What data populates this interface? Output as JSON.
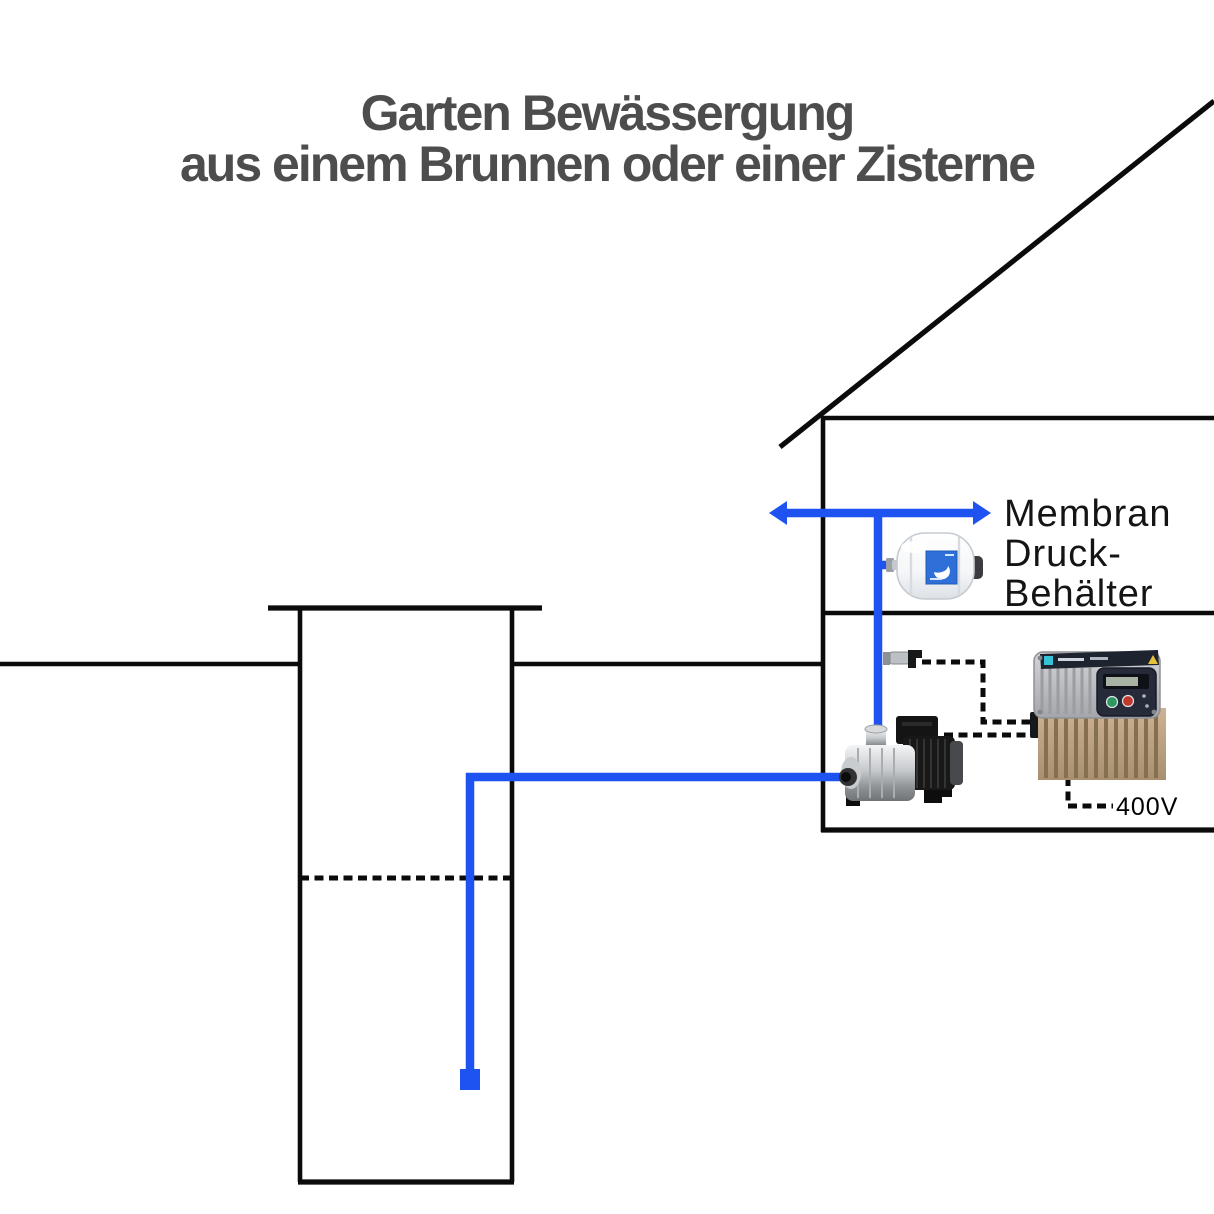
{
  "title": {
    "line1": "Garten Bewässergung",
    "line2": "aus einem Brunnen oder einer Zisterne"
  },
  "tank_label": {
    "lines": [
      "Membran",
      "Druck-",
      "Behälter"
    ]
  },
  "voltage_label": "400V",
  "colors": {
    "pipe_blue": "#1e53f1",
    "line_black": "#0b0b0b",
    "title_gray": "#4d4d4d",
    "label_black": "#141414",
    "tank_label_blue": "#2e6fd8",
    "converter_panel_navy": "#262b3a",
    "heatsink_tan": "#c2a887"
  },
  "images": {
    "pump": "stainless-multistage-pump",
    "tank": "membrane-pressure-vessel",
    "converter": "frequency-converter-vfd"
  }
}
